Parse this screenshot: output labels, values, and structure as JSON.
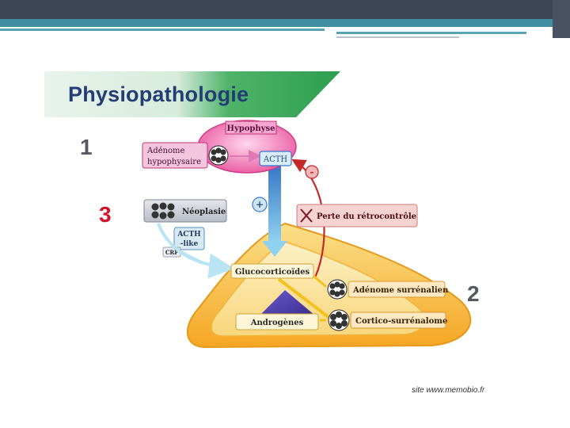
{
  "slide": {
    "title": "Physiopathologie",
    "numbers": {
      "n1": "1",
      "n2": "2",
      "n3": "3"
    },
    "footer": "site www.memobio.fr"
  },
  "diagram": {
    "hypophyse": "Hypophyse",
    "adenome_hyp_line1": "Adénome",
    "adenome_hyp_line2": "hypophysaire",
    "acth": "ACTH",
    "minus": "-",
    "plus": "+",
    "neoplasie": "Néoplasie",
    "acth_like_line1": "ACTH",
    "acth_like_line2": "-like",
    "crf": "CRF",
    "perte": "Perte du rétrocontrôle",
    "gluco": "Glucocorticoïdes",
    "adenome_surr": "Adénome surrénalien",
    "androgenes": "Androgènes",
    "cortico": "Cortico-surrénalome"
  },
  "colors": {
    "banner_green": "#2e9e4f",
    "title_blue": "#243d75",
    "accent_red": "#c0392b"
  }
}
